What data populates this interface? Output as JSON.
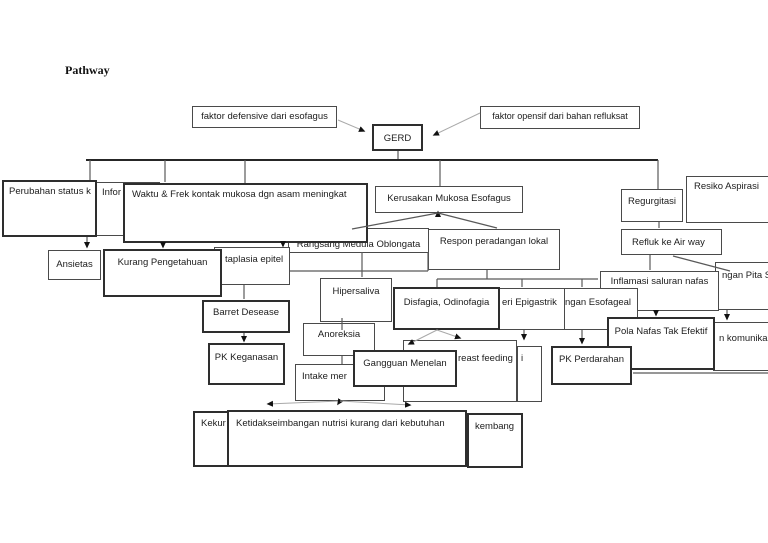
{
  "page": {
    "title": "Pathway",
    "background": "#ffffff",
    "box_border_color": "#4a4a4a",
    "emphasis_border_color": "#2e2e2e",
    "line_color": "#595959",
    "arrow_color": "#111111"
  },
  "nodes": {
    "faktor_defensive": {
      "label": "faktor defensive dari esofagus"
    },
    "gerd": {
      "label": "GERD"
    },
    "faktor_opensif": {
      "label": "faktor opensif  dari bahan refluksat"
    },
    "perubahan": {
      "label": "Perubahan status k"
    },
    "infor": {
      "label": "Infor"
    },
    "waktu": {
      "label": "Waktu & Frek kontak mukosa dgn asam meningkat"
    },
    "kerusakan": {
      "label": "Kerusakan Mukosa Esofagus"
    },
    "regurgitasi": {
      "label": "Regurgitasi"
    },
    "resiko_aspirasi": {
      "label": "Resiko Aspirasi"
    },
    "rangsang": {
      "label": "Rangsang Medula Oblongata"
    },
    "respon": {
      "label": "Respon peradangan lokal"
    },
    "refluk": {
      "label": "Refluk ke Air way"
    },
    "ansietas": {
      "label": "Ansietas"
    },
    "kurang": {
      "label": "Kurang Pengetahuan"
    },
    "taplasia": {
      "label": "taplasia epitel"
    },
    "inflamasi": {
      "label": "Inflamasi saluran nafas"
    },
    "pita": {
      "label": "ngan Pita S"
    },
    "hipersaliva": {
      "label": "Hipersaliva"
    },
    "disfagia": {
      "label": "Disfagia, Odinofagia"
    },
    "epigastrik": {
      "label": "eri Epigastrik"
    },
    "esofageal": {
      "label": "ngan Esofageal"
    },
    "barret": {
      "label": "Barret Desease"
    },
    "anoreksia": {
      "label": "Anoreksia"
    },
    "pola": {
      "label": "Pola Nafas Tak Efektif"
    },
    "komunika": {
      "label": "n komunika"
    },
    "pk_keganasan": {
      "label": "PK Keganasan"
    },
    "gangguan_menelan": {
      "label": "Gangguan Menelan"
    },
    "breast": {
      "label": "reast feeding"
    },
    "sliver_i": {
      "label": "i"
    },
    "pk_perdarahan": {
      "label": "PK Perdarahan"
    },
    "intake": {
      "label": "Intake mer"
    },
    "kekur": {
      "label": "Kekur"
    },
    "ketidak": {
      "label": "Ketidakseimbangan nutrisi kurang dari kebutuhan"
    },
    "kembang": {
      "label": "kembang"
    }
  }
}
